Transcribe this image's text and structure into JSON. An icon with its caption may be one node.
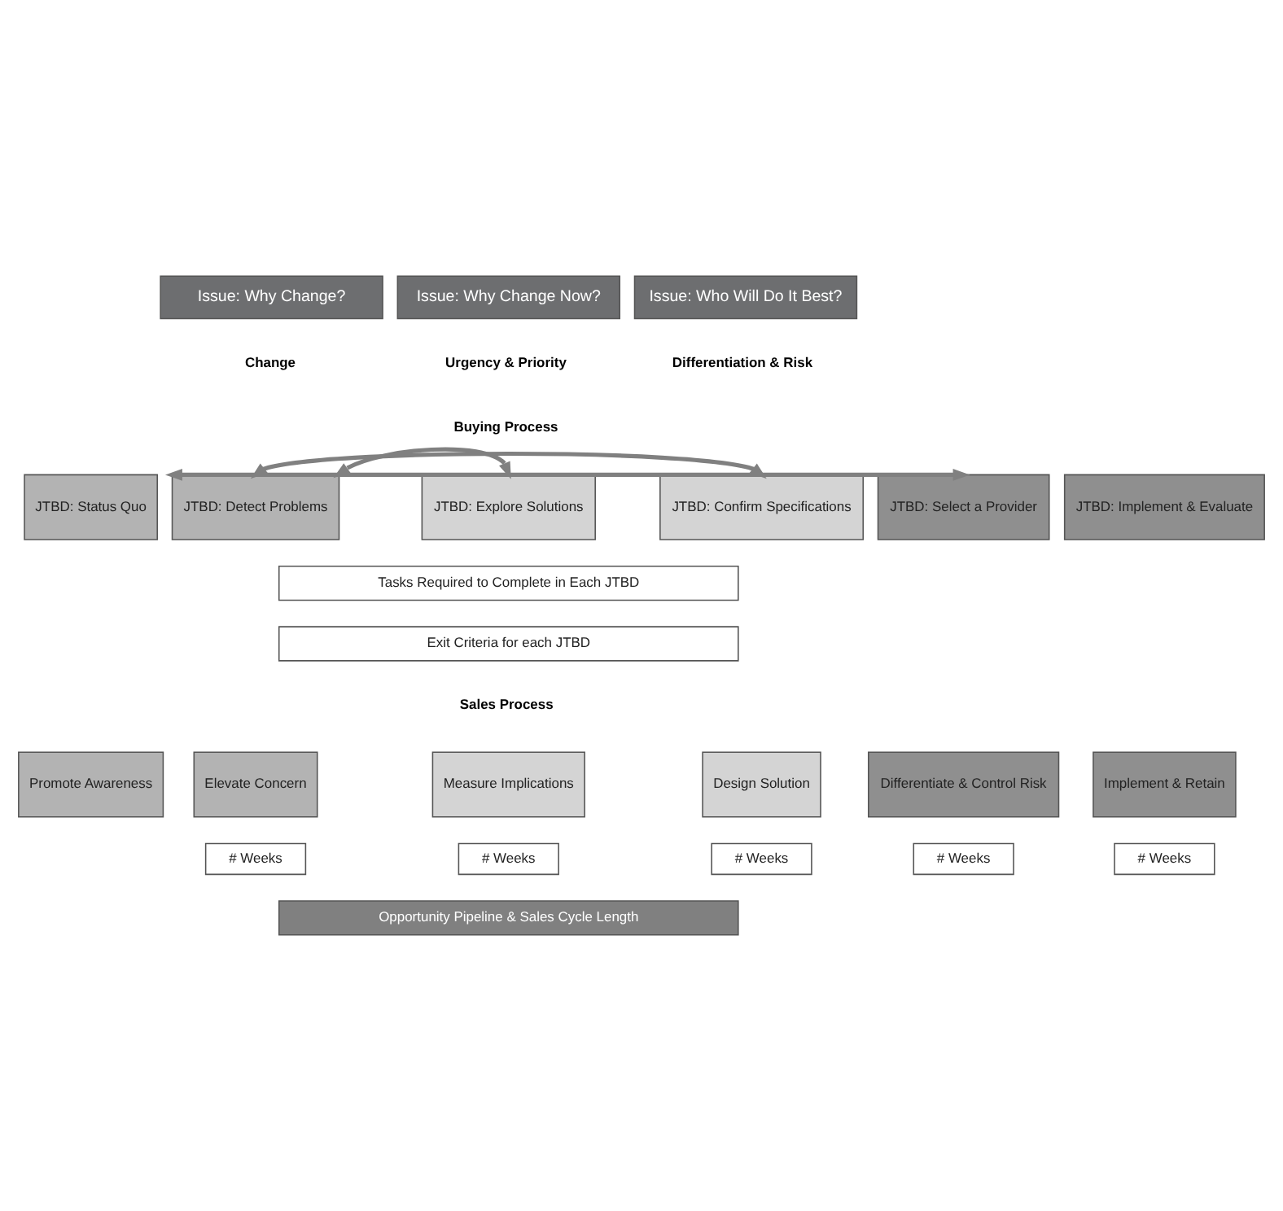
{
  "diagram": {
    "nodes": [
      {
        "text": [
          "Issue: Why Change?"
        ]
      },
      {
        "text": [
          "Issue: Why Change Now?"
        ]
      },
      {
        "text": [
          "Issue: Who Will Do It Best?"
        ]
      },
      {
        "text": [
          "JTBD: Status Quo"
        ]
      },
      {
        "text": [
          "JTBD: Detect Problems"
        ]
      },
      {
        "text": [
          "JTBD: Explore Solutions"
        ]
      },
      {
        "text": [
          "JTBD: Confirm Specifications"
        ]
      },
      {
        "text": [
          "JTBD: Select a Provider"
        ]
      },
      {
        "text": [
          "JTBD: Implement & Evaluate"
        ]
      },
      {
        "text": [
          "Tasks Required to Complete in Each JTBD"
        ]
      },
      {
        "text": [
          "Exit Criteria for each JTBD"
        ]
      },
      {
        "text": [
          "Promote Awareness"
        ]
      },
      {
        "text": [
          "Elevate Concern"
        ]
      },
      {
        "text": [
          "Measure Implications"
        ]
      },
      {
        "text": [
          "Design Solution"
        ]
      },
      {
        "text": [
          "Differentiate & Control Risk"
        ]
      },
      {
        "text": [
          "Implement & Retain"
        ]
      },
      {
        "text": [
          "# Weeks"
        ]
      },
      {
        "text": [
          "# Weeks"
        ]
      },
      {
        "text": [
          "# Weeks"
        ]
      },
      {
        "text": [
          "# Weeks"
        ]
      },
      {
        "text": [
          "# Weeks"
        ]
      },
      {
        "text": [
          "Opportunity Pipeline & Sales Cycle Length"
        ]
      }
    ],
    "edges": [
      {
        "from": 4,
        "to": 5,
        "arrow": "both"
      },
      {
        "from": 4,
        "to": 6,
        "arrow": "both"
      },
      {
        "from": 4,
        "to": 7,
        "arrow": "both"
      }
    ],
    "labels": [
      "Change",
      "Urgency & Priority",
      "Differentiation & Risk",
      "Buying Process",
      "Sales Process"
    ]
  }
}
